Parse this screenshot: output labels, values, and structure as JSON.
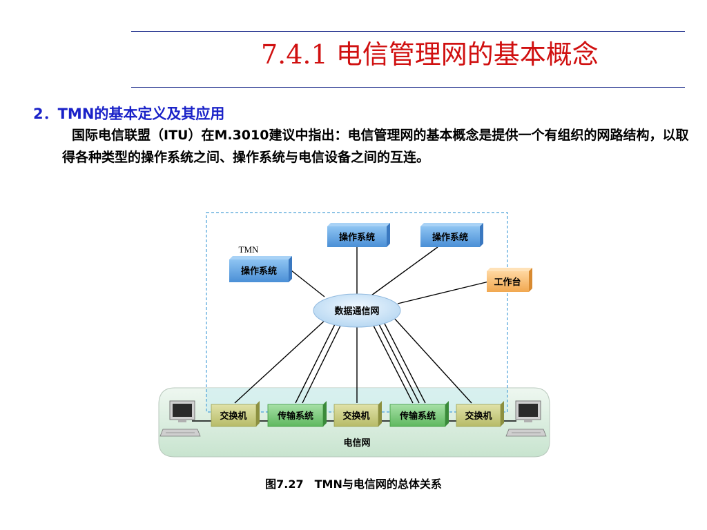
{
  "slide": {
    "title": "7.4.1 电信管理网的基本概念",
    "heading": "2．TMN的基本定义及其应用",
    "paragraph": "国际电信联盟（ITU）在M.3010建议中指出：电信管理网的基本概念是提供一个有组织的网路结构，以取得各种类型的操作系统之间、操作系统与电信设备之间的互连。",
    "caption": "图7.27　TMN与电信网的总体关系"
  },
  "diagram": {
    "tmn_label": "TMN",
    "os_left": "操作系统",
    "os_mid": "操作系统",
    "os_right": "操作系统",
    "workstation": "工作台",
    "dcn": "数据通信网",
    "nodes": [
      "交换机",
      "传输系统",
      "交换机",
      "传输系统",
      "交换机"
    ],
    "telecom_network": "电信网"
  },
  "colors": {
    "title": "#d01010",
    "heading": "#1a22c8",
    "os_box": "#5aa0e0",
    "workstation_box": "#f6b060",
    "switch_box": "#c8cc80",
    "transmission_box": "#7ccc7c",
    "dcn_ellipse": "#cfe6f8",
    "telecom_band": "#d8eee0",
    "tmn_border": "#4aa0d8"
  }
}
